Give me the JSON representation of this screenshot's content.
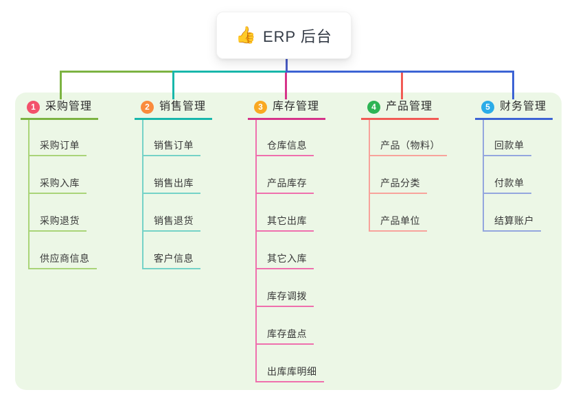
{
  "root": {
    "icon": "👍",
    "label": "ERP 后台",
    "line_color": "#4a5cc5"
  },
  "panel": {
    "bg": "#ecf7e6"
  },
  "branches": [
    {
      "num": "1",
      "label": "采购管理",
      "badge_color": "#f3516b",
      "line_color": "#7cb342",
      "child_line_color": "#a9d478",
      "children": [
        "采购订单",
        "采购入库",
        "采购退货",
        "供应商信息"
      ]
    },
    {
      "num": "2",
      "label": "销售管理",
      "badge_color": "#fa8b3c",
      "line_color": "#18b7ab",
      "child_line_color": "#74d2c7",
      "children": [
        "销售订单",
        "销售出库",
        "销售退货",
        "客户信息"
      ]
    },
    {
      "num": "3",
      "label": "库存管理",
      "badge_color": "#f9a822",
      "line_color": "#d63389",
      "child_line_color": "#ef6fad",
      "children": [
        "仓库信息",
        "产品库存",
        "其它出库",
        "其它入库",
        "库存调拨",
        "库存盘点",
        "出库库明细"
      ]
    },
    {
      "num": "4",
      "label": "产品管理",
      "badge_color": "#2db454",
      "line_color": "#f15a54",
      "child_line_color": "#f8a29b",
      "children": [
        "产品（物料）",
        "产品分类",
        "产品单位"
      ]
    },
    {
      "num": "5",
      "label": "财务管理",
      "badge_color": "#2bace8",
      "line_color": "#3c63d4",
      "child_line_color": "#93a6de",
      "children": [
        "回款单",
        "付款单",
        "结算账户"
      ]
    }
  ]
}
